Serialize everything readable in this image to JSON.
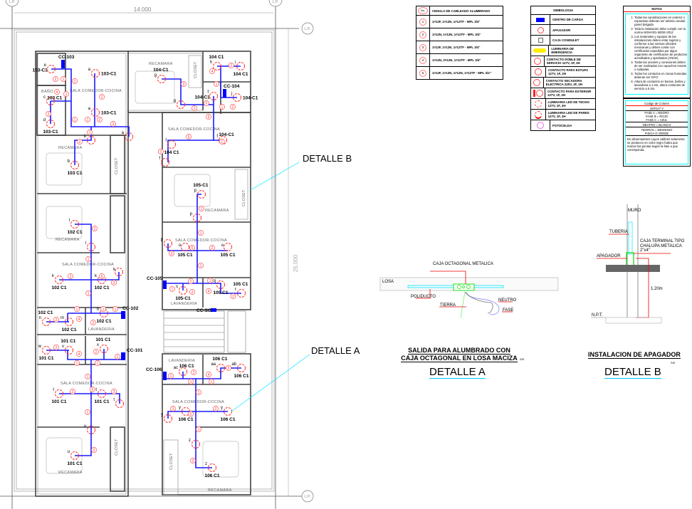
{
  "plan": {
    "dim_width": "14.000",
    "dim_height": "25.000",
    "lp_label": "L.P.",
    "rooms": {
      "recamara": "RECAMARA",
      "sala": "SALA COMEDOR-COCINA",
      "closet": "CLOSET",
      "bano": "BAÑO",
      "lavanderia": "LAVANDERIA"
    },
    "load_centers": [
      "CC-103",
      "CC-104",
      "CC-102",
      "CC-105",
      "CC-101",
      "CC-106",
      "CC-SG"
    ],
    "fixtures": [
      {
        "tag": "e",
        "label": "103-C1"
      },
      {
        "tag": "a",
        "label": "103-C1"
      },
      {
        "tag": "a",
        "label": "103-C1"
      },
      {
        "tag": "a",
        "label": ""
      },
      {
        "tag": "b",
        "label": ""
      },
      {
        "tag": "b",
        "label": "103 C1"
      },
      {
        "tag": "d",
        "label": "103-C1"
      },
      {
        "tag": "c",
        "label": "103 C1"
      },
      {
        "tag": "g",
        "label": "104-C1"
      },
      {
        "tag": "g",
        "label": ""
      },
      {
        "tag": "f",
        "label": "104-C1"
      },
      {
        "tag": "f",
        "label": "104-C1"
      },
      {
        "tag": "f",
        "label": "104 C1"
      },
      {
        "tag": "f",
        "label": ""
      },
      {
        "tag": "h",
        "label": "104 C1"
      },
      {
        "tag": "i",
        "label": "104 C1"
      },
      {
        "tag": "j",
        "label": "104-C1"
      },
      {
        "tag": "p",
        "label": "105-C1"
      },
      {
        "tag": "p",
        "label": ""
      },
      {
        "tag": "l",
        "label": "102 C1"
      },
      {
        "tag": "l",
        "label": ""
      },
      {
        "tag": "k",
        "label": "102 C1"
      },
      {
        "tag": "k",
        "label": "102 C1"
      },
      {
        "tag": "k",
        "label": ""
      },
      {
        "tag": "o",
        "label": "105 C1"
      },
      {
        "tag": "o",
        "label": "105 C1"
      },
      {
        "tag": "p",
        "label": ""
      },
      {
        "tag": "q",
        "label": "105 C1"
      },
      {
        "tag": "r",
        "label": "105 C1"
      },
      {
        "tag": "s",
        "label": "105-C1"
      },
      {
        "tag": "n",
        "label": "102 C1"
      },
      {
        "tag": "m",
        "label": "102 C1"
      },
      {
        "tag": "ñ",
        "label": "102 C1"
      },
      {
        "tag": "w",
        "label": "101 C1"
      },
      {
        "tag": "v",
        "label": "101 C1"
      },
      {
        "tag": "x",
        "label": "101 C1"
      },
      {
        "tag": "t",
        "label": "101 C1"
      },
      {
        "tag": "t",
        "label": "101 C1"
      },
      {
        "tag": "t",
        "label": ""
      },
      {
        "tag": "u",
        "label": ""
      },
      {
        "tag": "u",
        "label": "101 C1"
      },
      {
        "tag": "y",
        "label": "106 C1"
      },
      {
        "tag": "y",
        "label": "106 C1"
      },
      {
        "tag": "y",
        "label": ""
      },
      {
        "tag": "z",
        "label": ""
      },
      {
        "tag": "z",
        "label": "106 C1"
      },
      {
        "tag": "ac",
        "label": "106 C1"
      },
      {
        "tag": "aa",
        "label": "106 C1"
      },
      {
        "tag": "ab",
        "label": "106 C1"
      }
    ],
    "circuit_markers": [
      "1",
      "2",
      "1",
      "4",
      "1",
      "2",
      "2",
      "1",
      "1",
      "2",
      "3",
      "1",
      "2",
      "2",
      "1",
      "5",
      "5",
      "3",
      "2",
      "4",
      "1",
      "1",
      "2",
      "5",
      "2",
      "2",
      "1",
      "2",
      "5",
      "3",
      "1",
      "1",
      "1",
      "1",
      "2",
      "4",
      "2",
      "2",
      "1",
      "5",
      "2",
      "3",
      "1",
      "1",
      "1",
      "4",
      "2",
      "2",
      "1",
      "2",
      "4",
      "2",
      "1",
      "1",
      "1",
      "1",
      "2",
      "5",
      "3",
      "1",
      "2",
      "3",
      "4",
      "2",
      "1",
      "1",
      "1",
      "1",
      "3",
      "2",
      "5",
      "1",
      "2"
    ],
    "callouts": {
      "detalle_b": "DETALLE B",
      "detalle_a": "DETALLE A"
    }
  },
  "cable_table": {
    "header_no": "No.",
    "header_title": "CEDULA DE CABLEADO ALUMBRADO",
    "rows": [
      {
        "no": "1",
        "text": "1#12F, 1#12N, 1#12TF - MPL 3/4\""
      },
      {
        "no": "2",
        "text": "1#12N, 1#12N, 1#12TF - MPL 3/4\""
      },
      {
        "no": "3",
        "text": "1#12F, 1#12N, 1#12TF - MPL 3/4\""
      },
      {
        "no": "4",
        "text": "1#12N, 2#12N, 1#12TF - MPL 3/4\""
      },
      {
        "no": "5",
        "text": "1#12F, 1#12N, 1#12N, 1#12TF - MPL 3/4\""
      }
    ]
  },
  "symbology": {
    "title": "SIMBOLOGIA",
    "items": [
      {
        "icon": "load-center-icon",
        "text": "CENTRO DE CARGA"
      },
      {
        "icon": "switch-icon",
        "text": "APAGADOR"
      },
      {
        "icon": "condulet-box-icon",
        "text": "CAJA CONDULET"
      },
      {
        "icon": "emergency-light-icon",
        "text": "LUMINARIA DE EMERGENCIA"
      },
      {
        "icon": "double-outlet-icon",
        "text": "CONTACTO DOBLE DE SERVICIO 127V, 1F, 2H"
      },
      {
        "icon": "stove-outlet-icon",
        "text": "CONTACTO PARA ESTUFA 127V, 1F, 2H"
      },
      {
        "icon": "dryer-outlet-icon",
        "text": "CONTACTO SECADORA ELECTRICA 220V, 2F, 3H"
      },
      {
        "icon": "outdoor-outlet-icon",
        "text": "CONTACTO PARA EXTERIOR 127V, 1F, 2H"
      },
      {
        "icon": "ceiling-led-icon",
        "text": "LUMINARIA LED DE TECHO 127V, 1F, 2H"
      },
      {
        "icon": "wall-led-icon",
        "text": "LUMINARIA LED DE PARED 127V, 1F, 2H"
      },
      {
        "icon": "photocell-icon",
        "text": "FOTOCELDA"
      }
    ]
  },
  "notes": {
    "title": "NOTAS",
    "items": [
      "Todas las canalizaciones en exterior o expuestas deberan ser tuberia conduit pared delgada",
      "Toda la instalacion debe cumplir con la norma NOM-001-SEDE-2012",
      "Los materiales y equipos de las instalaciones deben estar sujetos y conforme a las normas oficiales mexicanas y deben contar con certificados expedidos por algun organismo de certificacion de productos acreditados y aprobados (ANCE).",
      "Todas las uniones y conexiones deben de ser realizadas con capuchon resorte o soldadas.",
      "Todos los contactos en zonas humedas deberan ser GFCI",
      "Altura de contactos en barras, baños y lavanderia a 1.2m, altura contactos de servicio a 0.4m."
    ]
  },
  "color_code": {
    "title": "Codigo de Colores",
    "voltage": "220/127 V",
    "phases": [
      "FASE A = NEGRO",
      "FASE B = ROJO",
      "FASE C = AZUL"
    ],
    "neutral": "NEUTRO = BLANCO",
    "ground": [
      "TIERRAS = DESNUDO",
      "FISICA    O VERDE"
    ],
    "footnote": "En alimentadores cuyos calibres solamente se producen en color negro habra que marcar las puntas según la fase a que corresponda."
  },
  "detail_a": {
    "labels": {
      "caja": "CAJA OCTAGONAL METALICA",
      "losa": "LOSA",
      "poliducto": "POLIDUCTO",
      "tierra": "TIERRA",
      "neutro": "NEUTRO",
      "fase": "FASE"
    },
    "title": "SALIDA PARA ALUMBRADO CON CAJA OCTAGONAL EN LOSA MACIZA",
    "scale": "S/E",
    "name": "DETALLE A"
  },
  "detail_b": {
    "labels": {
      "muro": "MURO",
      "tuberia": "TUBERIA",
      "caja": "CAJA TERMINAL TIPO CHALUPA METALICA 2\"x4\"",
      "apagador": "APAGADOR",
      "altura": "1.20m",
      "npt": "N.P.T."
    },
    "title": "INSTALACION DE APAGADOR",
    "scale": "S/E",
    "name": "DETALLE B"
  },
  "colors": {
    "circuit": "#1a1aff",
    "fixture": "#ff2a2a",
    "cyan": "#00e5ff",
    "green": "#00dd00"
  }
}
